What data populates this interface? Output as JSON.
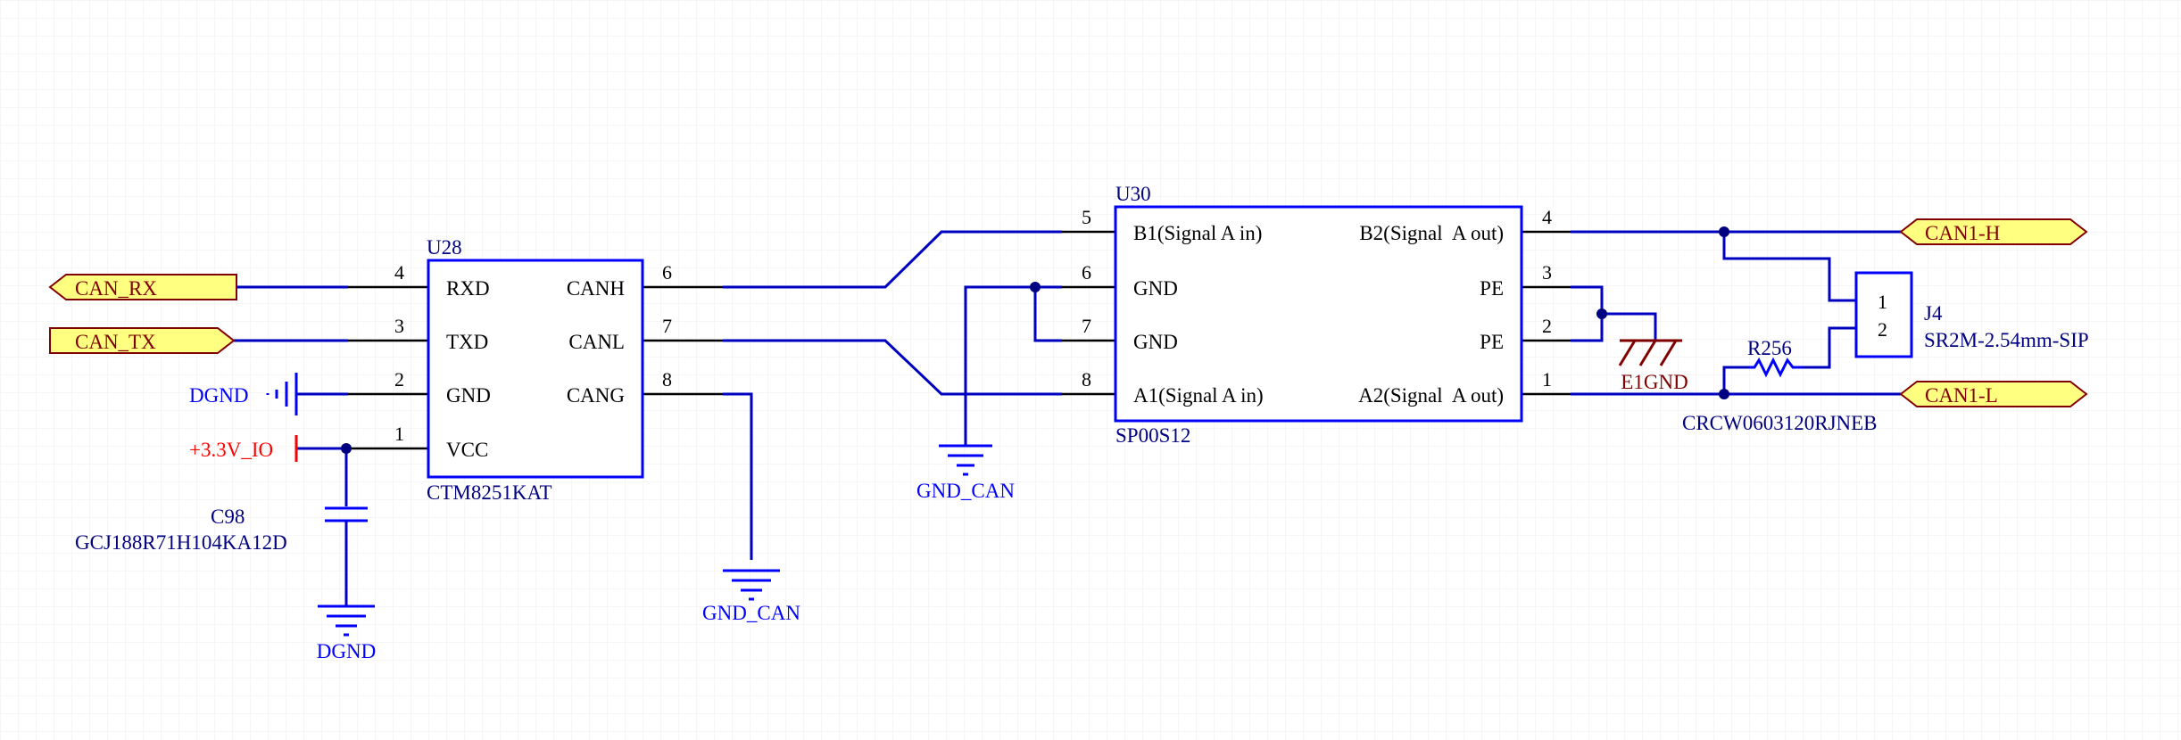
{
  "colors": {
    "background": "#ffffff",
    "grid": "#e6e6e6",
    "wire": "#0000c0",
    "pin": "#000000",
    "junction": "#000080",
    "component_outline": "#0000ff",
    "text_designator": "#000080",
    "text_power": "#0000ff",
    "text_power_3v3": "#ff0000",
    "text_earth": "#800000",
    "port_fill": "#ffff80",
    "port_stroke": "#800000"
  },
  "ports": {
    "can_rx": "CAN_RX",
    "can_tx": "CAN_TX",
    "can1_h": "CAN1-H",
    "can1_l": "CAN1-L"
  },
  "power": {
    "dgnd_left": "DGND",
    "v33": "+3.3V_IO",
    "dgnd_bottom": "DGND",
    "gnd_can_1": "GND_CAN",
    "gnd_can_2": "GND_CAN",
    "e1gnd": "E1GND"
  },
  "u28": {
    "designator": "U28",
    "part": "CTM8251KAT",
    "pins_left": [
      {
        "num": "4",
        "name": "RXD"
      },
      {
        "num": "3",
        "name": "TXD"
      },
      {
        "num": "2",
        "name": "GND"
      },
      {
        "num": "1",
        "name": "VCC"
      }
    ],
    "pins_right": [
      {
        "num": "6",
        "name": "CANH"
      },
      {
        "num": "7",
        "name": "CANL"
      },
      {
        "num": "8",
        "name": "CANG"
      }
    ]
  },
  "u30": {
    "designator": "U30",
    "part": "SP00S12",
    "pins_left": [
      {
        "num": "5",
        "name": "B1(Signal A in)"
      },
      {
        "num": "6",
        "name": "GND"
      },
      {
        "num": "7",
        "name": "GND"
      },
      {
        "num": "8",
        "name": "A1(Signal A in)"
      }
    ],
    "pins_right": [
      {
        "num": "4",
        "name": "B2(Signal  A out)"
      },
      {
        "num": "3",
        "name": "PE"
      },
      {
        "num": "2",
        "name": "PE"
      },
      {
        "num": "1",
        "name": "A2(Signal  A out)"
      }
    ]
  },
  "c98": {
    "designator": "C98",
    "part": "GCJ188R71H104KA12D"
  },
  "r256": {
    "designator": "R256",
    "part": "CRCW0603120RJNEB"
  },
  "j4": {
    "designator": "J4",
    "part": "SR2M-2.54mm-SIP",
    "pin1": "1",
    "pin2": "2"
  }
}
